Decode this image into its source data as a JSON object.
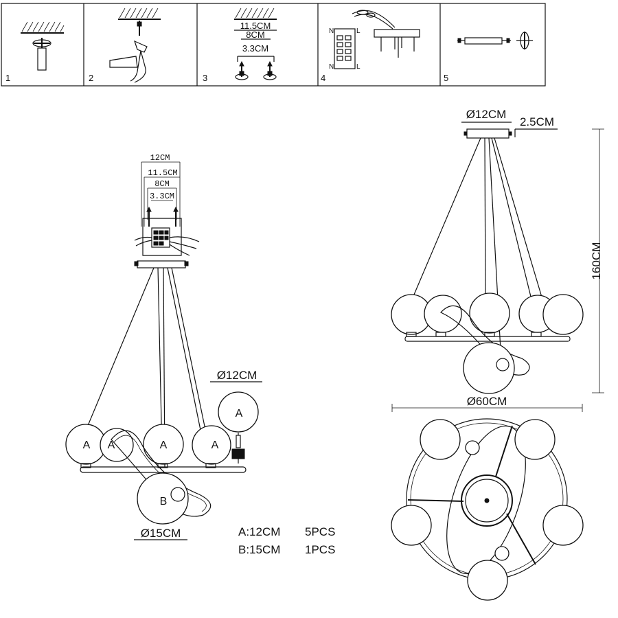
{
  "steps": [
    {
      "num": "1"
    },
    {
      "num": "2"
    },
    {
      "num": "3",
      "dims": [
        "11.5CM",
        "8CM",
        "3.3CM"
      ]
    },
    {
      "num": "4",
      "terminals": [
        "N",
        "L",
        "N",
        "L"
      ]
    },
    {
      "num": "5"
    }
  ],
  "canopy": {
    "dims": [
      "12CM",
      "11.5CM",
      "8CM",
      "3.3CM"
    ]
  },
  "left": {
    "globe_a_diameter": "Ø12CM",
    "globe_b_diameter": "Ø15CM",
    "globe_labels": [
      "A",
      "A",
      "A",
      "A",
      "A",
      "B"
    ]
  },
  "parts": [
    {
      "name": "A:12CM",
      "qty": "5PCS"
    },
    {
      "name": "B:15CM",
      "qty": "1PCS"
    }
  ],
  "right": {
    "canopy_diameter": "Ø12CM",
    "canopy_height": "2.5CM",
    "total_height": "160CM",
    "ring_diameter": "Ø60CM"
  }
}
